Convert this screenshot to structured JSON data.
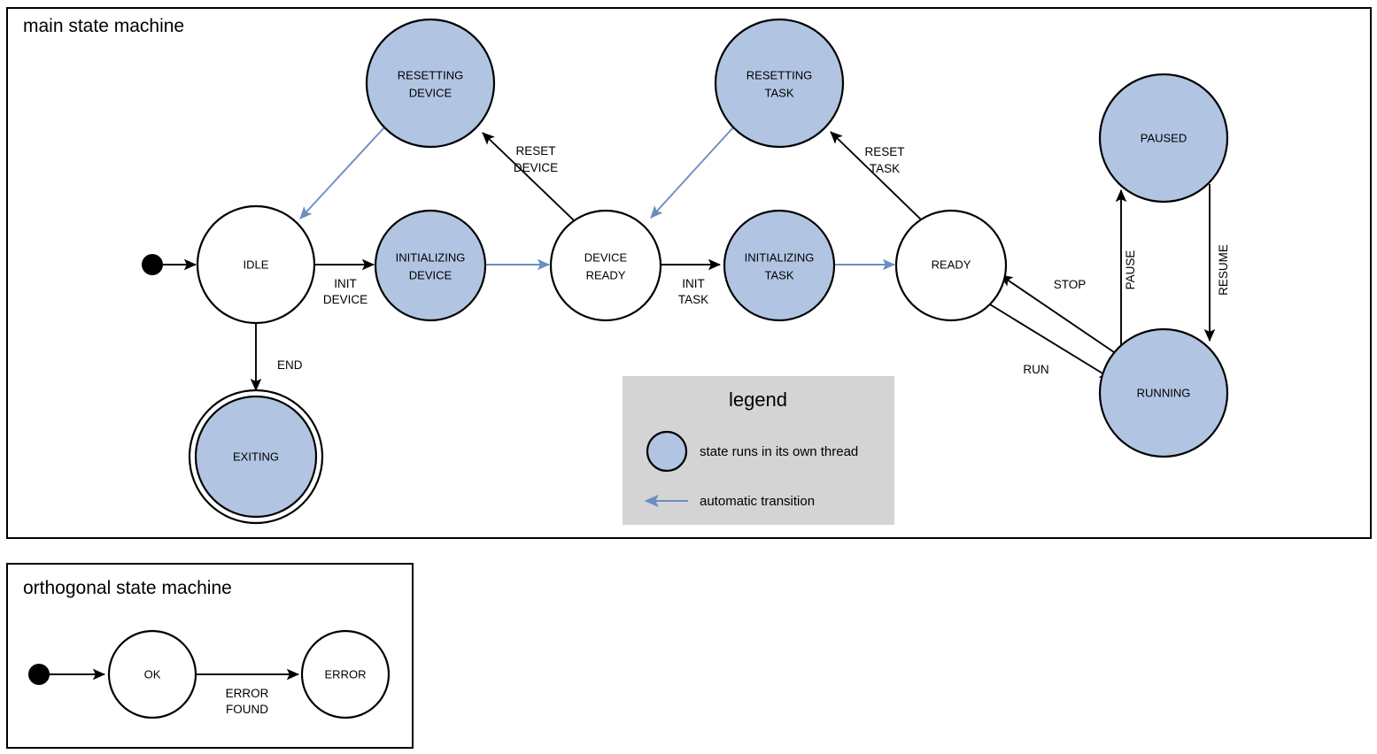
{
  "main_frame": {
    "title": "main state machine",
    "states": [
      {
        "id": "idle",
        "label_lines": [
          "IDLE"
        ],
        "threaded": false,
        "final": false
      },
      {
        "id": "resetting-device",
        "label_lines": [
          "RESETTING",
          "DEVICE"
        ],
        "threaded": true,
        "final": false
      },
      {
        "id": "initializing-device",
        "label_lines": [
          "INITIALIZING",
          "DEVICE"
        ],
        "threaded": true,
        "final": false
      },
      {
        "id": "device-ready",
        "label_lines": [
          "DEVICE",
          "READY"
        ],
        "threaded": false,
        "final": false
      },
      {
        "id": "resetting-task",
        "label_lines": [
          "RESETTING",
          "TASK"
        ],
        "threaded": true,
        "final": false
      },
      {
        "id": "initializing-task",
        "label_lines": [
          "INITIALIZING",
          "TASK"
        ],
        "threaded": true,
        "final": false
      },
      {
        "id": "ready",
        "label_lines": [
          "READY"
        ],
        "threaded": false,
        "final": false
      },
      {
        "id": "paused",
        "label_lines": [
          "PAUSED"
        ],
        "threaded": true,
        "final": false
      },
      {
        "id": "running",
        "label_lines": [
          "RUNNING"
        ],
        "threaded": true,
        "final": false
      },
      {
        "id": "exiting",
        "label_lines": [
          "EXITING"
        ],
        "threaded": true,
        "final": true
      }
    ],
    "transitions": [
      {
        "from": "start",
        "to": "idle",
        "label_lines": [],
        "automatic": false
      },
      {
        "from": "idle",
        "to": "initializing-device",
        "label_lines": [
          "INIT",
          "DEVICE"
        ],
        "automatic": false
      },
      {
        "from": "initializing-device",
        "to": "device-ready",
        "label_lines": [],
        "automatic": true
      },
      {
        "from": "device-ready",
        "to": "resetting-device",
        "label_lines": [
          "RESET",
          "DEVICE"
        ],
        "automatic": false
      },
      {
        "from": "resetting-device",
        "to": "idle",
        "label_lines": [],
        "automatic": true
      },
      {
        "from": "idle",
        "to": "exiting",
        "label_lines": [
          "END"
        ],
        "automatic": false
      },
      {
        "from": "device-ready",
        "to": "initializing-task",
        "label_lines": [
          "INIT",
          "TASK"
        ],
        "automatic": false
      },
      {
        "from": "initializing-task",
        "to": "ready",
        "label_lines": [],
        "automatic": true
      },
      {
        "from": "ready",
        "to": "resetting-task",
        "label_lines": [
          "RESET",
          "TASK"
        ],
        "automatic": false
      },
      {
        "from": "resetting-task",
        "to": "device-ready",
        "label_lines": [],
        "automatic": true
      },
      {
        "from": "ready",
        "to": "running",
        "label_lines": [
          "RUN"
        ],
        "automatic": false
      },
      {
        "from": "running",
        "to": "ready",
        "label_lines": [
          "STOP"
        ],
        "automatic": false
      },
      {
        "from": "running",
        "to": "paused",
        "label_lines": [
          "PAUSE"
        ],
        "automatic": false
      },
      {
        "from": "paused",
        "to": "running",
        "label_lines": [
          "RESUME"
        ],
        "automatic": false
      }
    ],
    "edge_labels": {
      "init_device": [
        "INIT",
        "DEVICE"
      ],
      "reset_device": [
        "RESET",
        "DEVICE"
      ],
      "init_task": [
        "INIT",
        "TASK"
      ],
      "reset_task": [
        "RESET",
        "TASK"
      ],
      "end": "END",
      "run": "RUN",
      "stop": "STOP",
      "pause": "PAUSE",
      "resume": "RESUME"
    },
    "state_labels": {
      "idle": "IDLE",
      "resetting_device_1": "RESETTING",
      "resetting_device_2": "DEVICE",
      "initializing_device_1": "INITIALIZING",
      "initializing_device_2": "DEVICE",
      "device_ready_1": "DEVICE",
      "device_ready_2": "READY",
      "resetting_task_1": "RESETTING",
      "resetting_task_2": "TASK",
      "initializing_task_1": "INITIALIZING",
      "initializing_task_2": "TASK",
      "ready": "READY",
      "paused": "PAUSED",
      "running": "RUNNING",
      "exiting": "EXITING"
    }
  },
  "legend": {
    "title": "legend",
    "items": [
      {
        "kind": "swatch-circle",
        "text": "state runs in its own thread"
      },
      {
        "kind": "arrow-left",
        "text": "automatic transition"
      }
    ],
    "swatch_text": "state runs in its own thread",
    "arrow_text": "automatic transition"
  },
  "orthogonal_frame": {
    "title": "orthogonal state machine",
    "states": [
      {
        "id": "ok",
        "label": "OK"
      },
      {
        "id": "error",
        "label": "ERROR"
      }
    ],
    "state_labels": {
      "ok": "OK",
      "error": "ERROR"
    },
    "transitions": [
      {
        "from": "start",
        "to": "ok",
        "label_lines": []
      },
      {
        "from": "ok",
        "to": "error",
        "label_lines": [
          "ERROR",
          "FOUND"
        ]
      }
    ],
    "edge_labels": {
      "error_found_1": "ERROR",
      "error_found_2": "FOUND"
    }
  },
  "colors": {
    "thread_state_fill": "#b1c5e3",
    "plain_state_fill": "#ffffff",
    "stroke": "#000000",
    "automatic_transition": "#6c8ebf",
    "legend_background": "#d4d4d4",
    "page_background": "#ffffff"
  }
}
